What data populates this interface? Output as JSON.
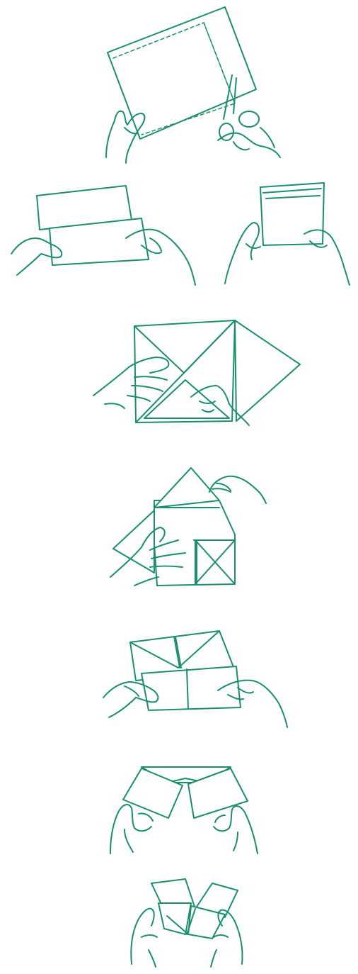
{
  "title": "",
  "colors": {
    "ink": "#1a8e6f",
    "background": "#ffffff"
  },
  "steps": [
    {
      "id": 1,
      "depicts": "cut-square-from-paper",
      "icon": "scissors-icon"
    },
    {
      "id": 2,
      "depicts": "fold-square-in-half-both-ways",
      "icon": "hands-icon"
    },
    {
      "id": 3,
      "depicts": "fold-corners-to-center",
      "icon": "hands-icon"
    },
    {
      "id": 4,
      "depicts": "flip-and-fold-corners-again",
      "icon": "hands-icon"
    },
    {
      "id": 5,
      "depicts": "fold-in-half",
      "icon": "hands-icon"
    },
    {
      "id": 6,
      "depicts": "insert-fingers-into-pockets",
      "icon": "hands-icon"
    },
    {
      "id": 7,
      "depicts": "finished-fortune-teller",
      "icon": "hands-icon"
    }
  ]
}
